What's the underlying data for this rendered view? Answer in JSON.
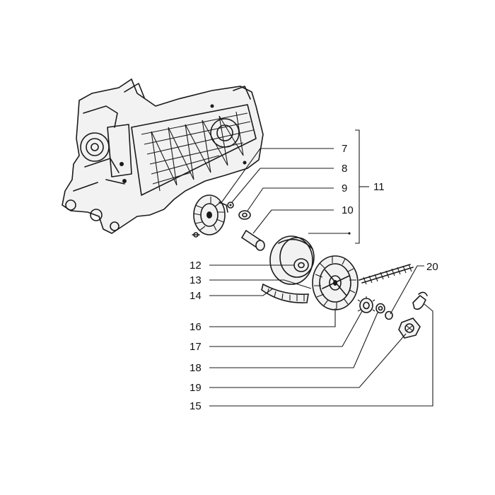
{
  "diagram": {
    "callouts": {
      "c7": "7",
      "c8": "8",
      "c9": "9",
      "c10": "10",
      "c11": "11",
      "c12": "12",
      "c13": "13",
      "c14": "14",
      "c15": "15",
      "c16": "16",
      "c17": "17",
      "c18": "18",
      "c19": "19",
      "c20": "20"
    }
  }
}
